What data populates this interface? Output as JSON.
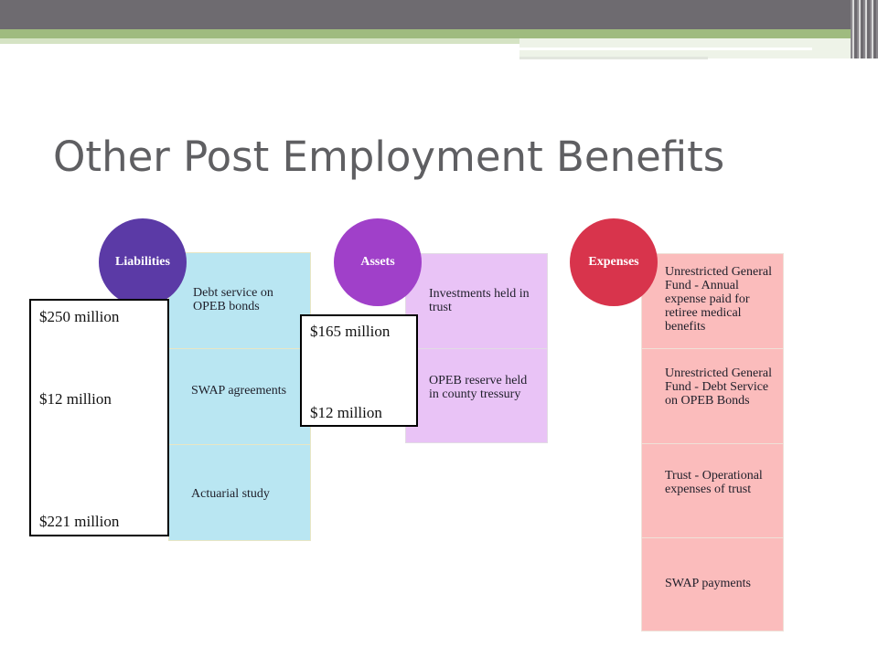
{
  "title": "Other Post Employment Benefits",
  "columns": {
    "liabilities": {
      "label": "Liabilities",
      "color": "#5b3aa6",
      "items": [
        "Debt service on OPEB bonds",
        "SWAP agreements",
        "Actuarial study"
      ],
      "values": [
        "$250 million",
        "$12 million",
        "$221 million"
      ]
    },
    "assets": {
      "label": "Assets",
      "color": "#a040c9",
      "items": [
        "Investments held in trust",
        "OPEB reserve held in county tressury"
      ],
      "values": [
        "$165 million",
        "$12 million"
      ]
    },
    "expenses": {
      "label": "Expenses",
      "color": "#d8344c",
      "items": [
        "Unrestricted General Fund - Annual expense paid for retiree medical benefits",
        "Unrestricted General Fund - Debt Service on OPEB Bonds",
        "Trust - Operational expenses of trust",
        "SWAP payments"
      ]
    }
  }
}
